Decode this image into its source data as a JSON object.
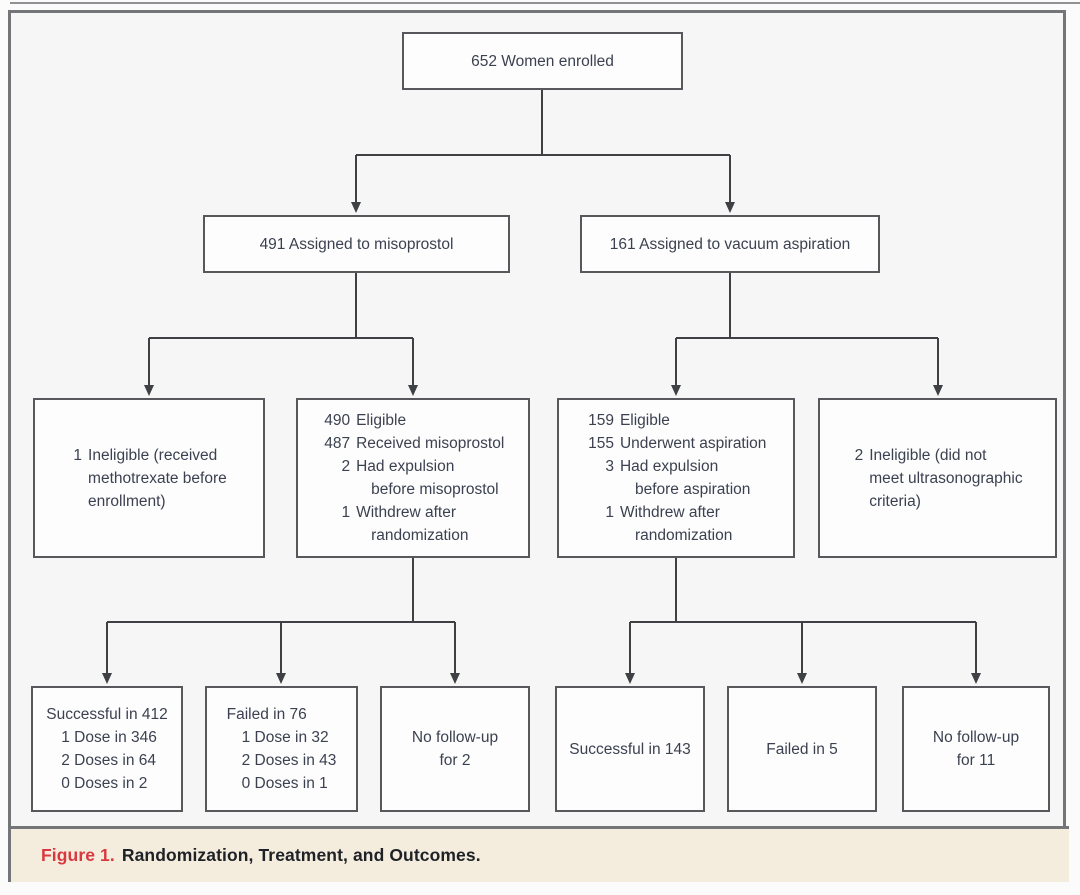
{
  "colors": {
    "page_bg": "#fbfbfb",
    "diagram_bg": "#f6f6f7",
    "frame_border": "#737578",
    "box_bg": "#fdfdfd",
    "box_border": "#56585c",
    "box_text": "#3b4150",
    "line": "#3e4043",
    "caption_bg": "#f4edde",
    "caption_label": "#d9383e",
    "caption_text": "#1e2126"
  },
  "caption": {
    "label": "Figure 1.",
    "title": "Randomization, Treatment, and Outcomes."
  },
  "boxes": {
    "enrolled": {
      "label": "652 Women enrolled"
    },
    "misoprostol_arm": {
      "label": "491 Assigned to misoprostol"
    },
    "vacuum_arm": {
      "label": "161 Assigned to vacuum aspiration"
    },
    "misoprostol_ineligible": {
      "lines": [
        {
          "n": "1",
          "t": "Ineligible (received"
        },
        {
          "t": "methotrexate before"
        },
        {
          "t": "enrollment)"
        }
      ]
    },
    "misoprostol_eligible": {
      "lines": [
        {
          "n": "490",
          "t": "Eligible"
        },
        {
          "n": "487",
          "t": "Received misoprostol"
        },
        {
          "n": "2",
          "t": "Had expulsion"
        },
        {
          "t": "before misoprostol",
          "ind": 1
        },
        {
          "n": "1",
          "t": "Withdrew after"
        },
        {
          "t": "randomization",
          "ind": 1
        }
      ]
    },
    "vacuum_eligible": {
      "lines": [
        {
          "n": "159",
          "t": "Eligible"
        },
        {
          "n": "155",
          "t": "Underwent aspiration"
        },
        {
          "n": "3",
          "t": "Had expulsion"
        },
        {
          "t": "before aspiration",
          "ind": 1
        },
        {
          "n": "1",
          "t": "Withdrew after"
        },
        {
          "t": "randomization",
          "ind": 1
        }
      ]
    },
    "vacuum_ineligible": {
      "lines": [
        {
          "n": "2",
          "t": "Ineligible (did not"
        },
        {
          "t": "meet ultrasonographic"
        },
        {
          "t": "criteria)"
        }
      ]
    },
    "misoprostol_success": {
      "lines": [
        {
          "t": "Successful in 412"
        },
        {
          "t": "1 Dose in 346",
          "ind": 1
        },
        {
          "t": "2 Doses in 64",
          "ind": 1
        },
        {
          "t": "0 Doses in 2",
          "ind": 1
        }
      ]
    },
    "misoprostol_failed": {
      "lines": [
        {
          "t": "Failed in 76"
        },
        {
          "t": "1 Dose in 32",
          "ind": 1
        },
        {
          "t": "2 Doses in 43",
          "ind": 1
        },
        {
          "t": "0 Doses in 1",
          "ind": 1
        }
      ]
    },
    "misoprostol_no_followup": {
      "lines": [
        {
          "t": "No follow-up"
        },
        {
          "t": "for 2"
        }
      ]
    },
    "vacuum_success": {
      "label": "Successful in 143"
    },
    "vacuum_failed": {
      "label": "Failed in 5"
    },
    "vacuum_no_followup": {
      "lines": [
        {
          "t": "No follow-up"
        },
        {
          "t": "for 11"
        }
      ]
    }
  }
}
